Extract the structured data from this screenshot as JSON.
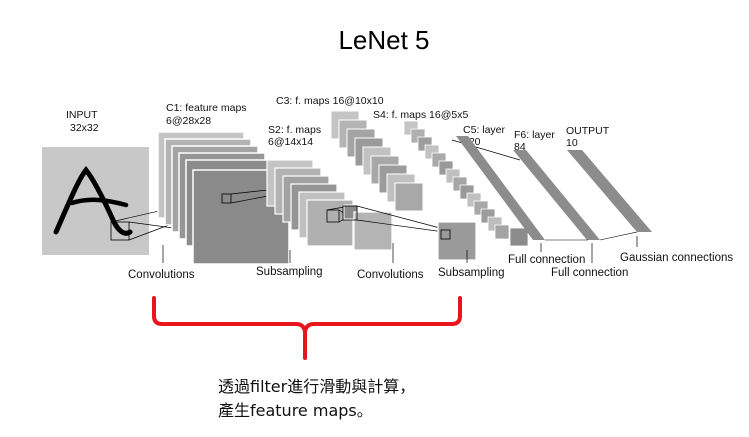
{
  "title": "LeNet 5",
  "layers": {
    "input": {
      "name": "INPUT",
      "size": "32x32"
    },
    "c1": {
      "name": "C1: feature maps",
      "size": "6@28x28"
    },
    "s2": {
      "name": "S2: f. maps",
      "size": "6@14x14"
    },
    "c3": {
      "name": "C3: f. maps 16@10x10"
    },
    "s4": {
      "name": "S4: f. maps 16@5x5"
    },
    "c5": {
      "name": "C5: layer",
      "size": "120"
    },
    "f6": {
      "name": "F6: layer",
      "size": "84"
    },
    "output": {
      "name": "OUTPUT",
      "size": "10"
    }
  },
  "operations": {
    "conv1": "Convolutions",
    "sub1": "Subsampling",
    "conv2": "Convolutions",
    "sub2": "Subsampling",
    "full1": "Full connection",
    "full2": "Full connection",
    "gauss": "Gaussian connections"
  },
  "annotation": {
    "line1": "透過filter進行滑動與計算，",
    "line2": "產生feature maps。"
  },
  "colors": {
    "bracket": "#e8161c",
    "input_bg": "#c8c8c8",
    "map_light": "#c4c4c4",
    "map_mid": "#9a9a9a",
    "map_dark": "#8a8a8a",
    "band": "#8c8c8c"
  }
}
